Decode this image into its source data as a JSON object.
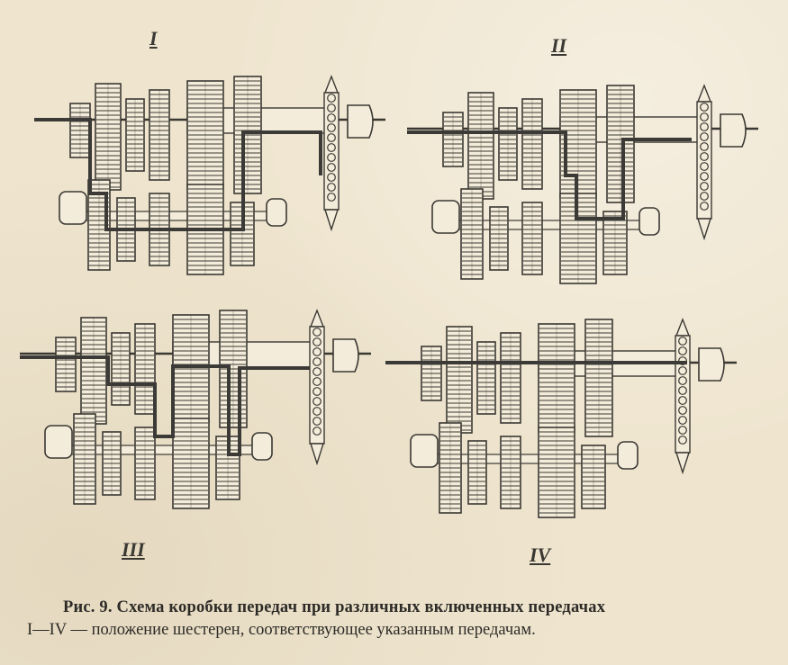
{
  "figure": {
    "labels": [
      "I",
      "II",
      "III",
      "IV"
    ],
    "caption_line1": "Рис. 9. Схема коробки передач при различных включенных передачах",
    "caption_line2": "I—IV — положение шестерен, соответствующее указанным передачам."
  },
  "colors": {
    "paper": "#efe5cf",
    "ink": "#3a3833",
    "path": "#3b3a37"
  },
  "icons": [
    "gearbox-diagram-I",
    "gearbox-diagram-II",
    "gearbox-diagram-III",
    "gearbox-diagram-IV"
  ]
}
